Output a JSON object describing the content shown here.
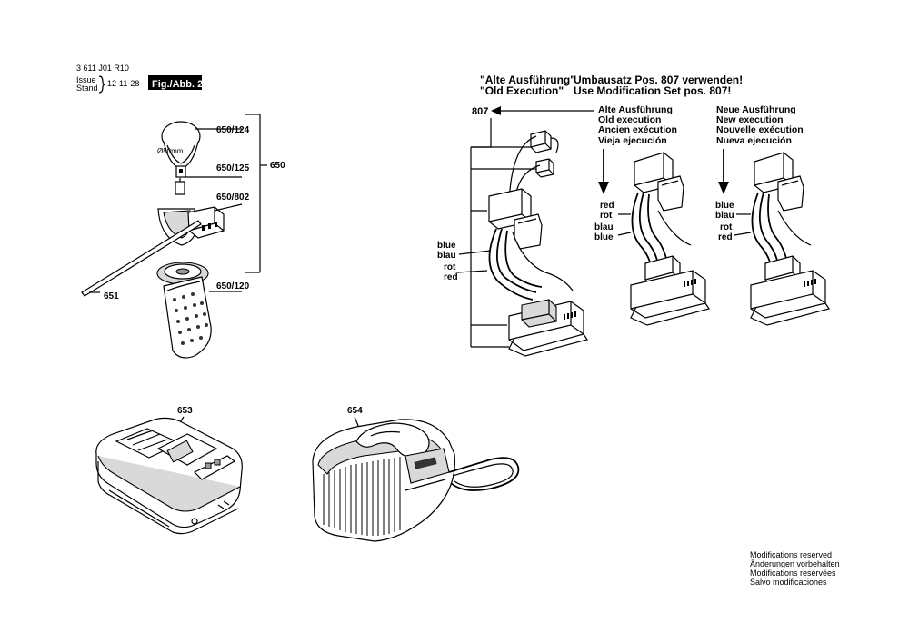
{
  "header": {
    "doc_number": "3 611 J01 R10",
    "issue_label": "Issue",
    "stand_label": "Stand",
    "date": "12-11-28",
    "fig_label": "Fig./Abb. 2"
  },
  "notice": {
    "line1_left": "\"Alte Ausführung\"",
    "line1_right": "Umbausatz Pos. 807 verwenden!",
    "line2_left": "\"Old Execution\"",
    "line2_right": "Use Modification Set pos. 807!"
  },
  "old_execution": {
    "lines": [
      "Alte Ausführung",
      "Old execution",
      "Ancien exécution",
      "Vieja ejecución"
    ],
    "colors": [
      "red",
      "rot",
      "blau",
      "blue"
    ]
  },
  "new_execution": {
    "lines": [
      "Neue Ausführung",
      "New execution",
      "Nouvelle exécution",
      "Nueva ejecución"
    ],
    "colors": [
      "blue",
      "blau",
      "rot",
      "red"
    ]
  },
  "kit_807": {
    "label": "807",
    "colors": [
      "blue",
      "blau",
      "rot",
      "red"
    ]
  },
  "part_labels": {
    "p650_124": "650/124",
    "p650_125": "650/125",
    "p650_802": "650/802",
    "p650_120": "650/120",
    "p650": "650",
    "p651": "651",
    "p653": "653",
    "p654": "654",
    "diameter": "Ø50mm"
  },
  "footer": {
    "lines": [
      "Modifications reserved",
      "Änderungen vorbehalten",
      "Modifications resérvées",
      "Salvo modificaciones"
    ]
  }
}
